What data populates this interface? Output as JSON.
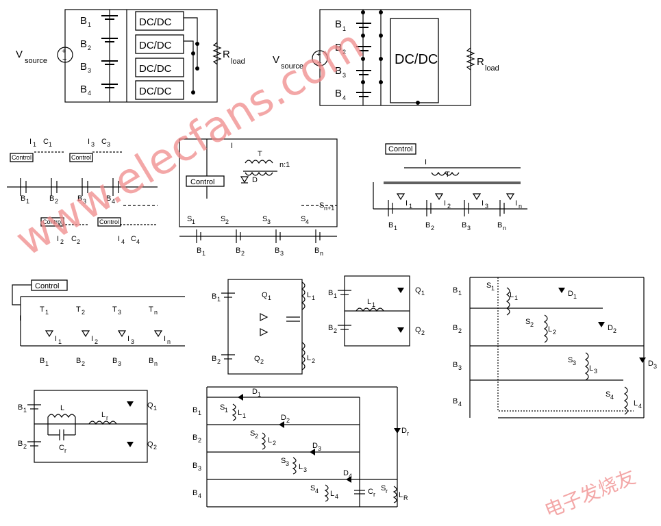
{
  "labels": {
    "vsource": "V",
    "vsource_sub": "source",
    "rload": "R",
    "rload_sub": "load",
    "dcdc": "DC/DC",
    "control": "Control",
    "b1": "B",
    "b2": "B",
    "b3": "B",
    "b4": "B",
    "bn": "B",
    "sub1": "1",
    "sub2": "2",
    "sub3": "3",
    "sub4": "4",
    "subn": "n",
    "transformer": "T",
    "ratio": "n:1",
    "diode": "D",
    "current": "I",
    "switch": "S",
    "switch_n1": "n+1",
    "cap": "C",
    "sub_r": "r",
    "sub_R": "R",
    "inductor": "L",
    "q1": "Q",
    "q2": "Q"
  },
  "watermark": {
    "site": "www.elecfans.com",
    "brand": "电子发烧友"
  },
  "colors": {
    "watermark": "#f08a8a"
  }
}
